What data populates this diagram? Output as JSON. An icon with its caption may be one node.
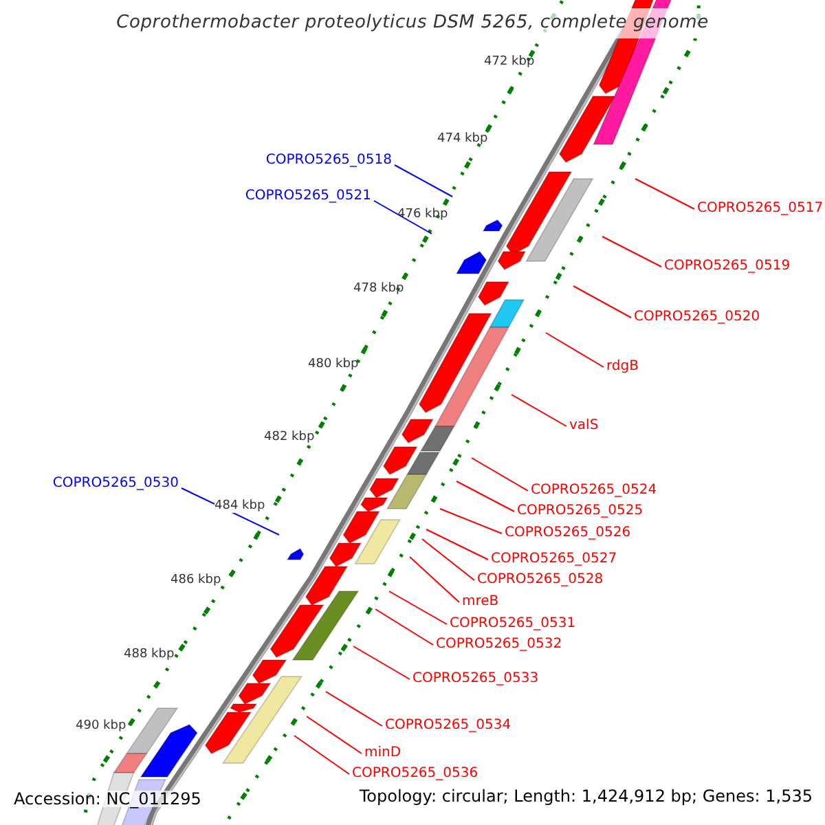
{
  "diagram": {
    "title": "Coprothermobacter proteolyticus DSM 5265, complete genome",
    "nodes": [
      {
        "text": [
          "COPRO5265_0518"
        ]
      },
      {
        "text": [
          "COPRO5265_0521"
        ]
      },
      {
        "text": [
          "COPRO5265_0517"
        ]
      },
      {
        "text": [
          "COPRO5265_0519"
        ]
      },
      {
        "text": [
          "COPRO5265_0520"
        ]
      },
      {
        "text": [
          "rdgB"
        ]
      },
      {
        "text": [
          "valS"
        ]
      },
      {
        "text": [
          "COPRO5265_0530"
        ]
      },
      {
        "text": [
          "COPRO5265_0524"
        ]
      },
      {
        "text": [
          "COPRO5265_0525"
        ]
      },
      {
        "text": [
          "COPRO5265_0526"
        ]
      },
      {
        "text": [
          "COPRO5265_0527"
        ]
      },
      {
        "text": [
          "COPRO5265_0528"
        ]
      },
      {
        "text": [
          "mreB"
        ]
      },
      {
        "text": [
          "COPRO5265_0531"
        ]
      },
      {
        "text": [
          "COPRO5265_0532"
        ]
      },
      {
        "text": [
          "COPRO5265_0533"
        ]
      },
      {
        "text": [
          "COPRO5265_0534"
        ]
      },
      {
        "text": [
          "minD"
        ]
      },
      {
        "text": [
          "COPRO5265_0536"
        ]
      }
    ],
    "edges": [
      {
        "from": 0,
        "to": null,
        "arrow": "none",
        "color": "#0000ff"
      },
      {
        "from": 1,
        "to": null,
        "arrow": "none",
        "color": "#0000ff"
      },
      {
        "from": 2,
        "to": null,
        "arrow": "none"
      },
      {
        "from": 3,
        "to": null,
        "arrow": "none"
      },
      {
        "from": 4,
        "to": null,
        "arrow": "none"
      },
      {
        "from": 5,
        "to": null,
        "arrow": "none"
      },
      {
        "from": 6,
        "to": null,
        "arrow": "none"
      },
      {
        "from": 7,
        "to": null,
        "arrow": "none",
        "color": "#0000ff"
      },
      {
        "from": 8,
        "to": null,
        "arrow": "none"
      },
      {
        "from": 9,
        "to": null,
        "arrow": "none"
      },
      {
        "from": 10,
        "to": null,
        "arrow": "none"
      },
      {
        "from": 11,
        "to": null,
        "arrow": "none"
      },
      {
        "from": 12,
        "to": null,
        "arrow": "none"
      },
      {
        "from": 13,
        "to": null,
        "arrow": "none"
      },
      {
        "from": 14,
        "to": null,
        "arrow": "none"
      },
      {
        "from": 15,
        "to": null,
        "arrow": "none"
      },
      {
        "from": 16,
        "to": null,
        "arrow": "none"
      },
      {
        "from": 17,
        "to": null,
        "arrow": "none"
      },
      {
        "from": 18,
        "to": null,
        "arrow": "none"
      },
      {
        "from": 19,
        "to": null,
        "arrow": "none"
      }
    ],
    "labels": [
      "472 kbp",
      "474 kbp",
      "476 kbp",
      "478 kbp",
      "480 kbp",
      "482 kbp",
      "484 kbp",
      "486 kbp",
      "488 kbp",
      "490 kbp",
      "Accession: NC_011295",
      "Topology: circular; Length: 1,424,912 bp; Genes: 1,535"
    ]
  }
}
